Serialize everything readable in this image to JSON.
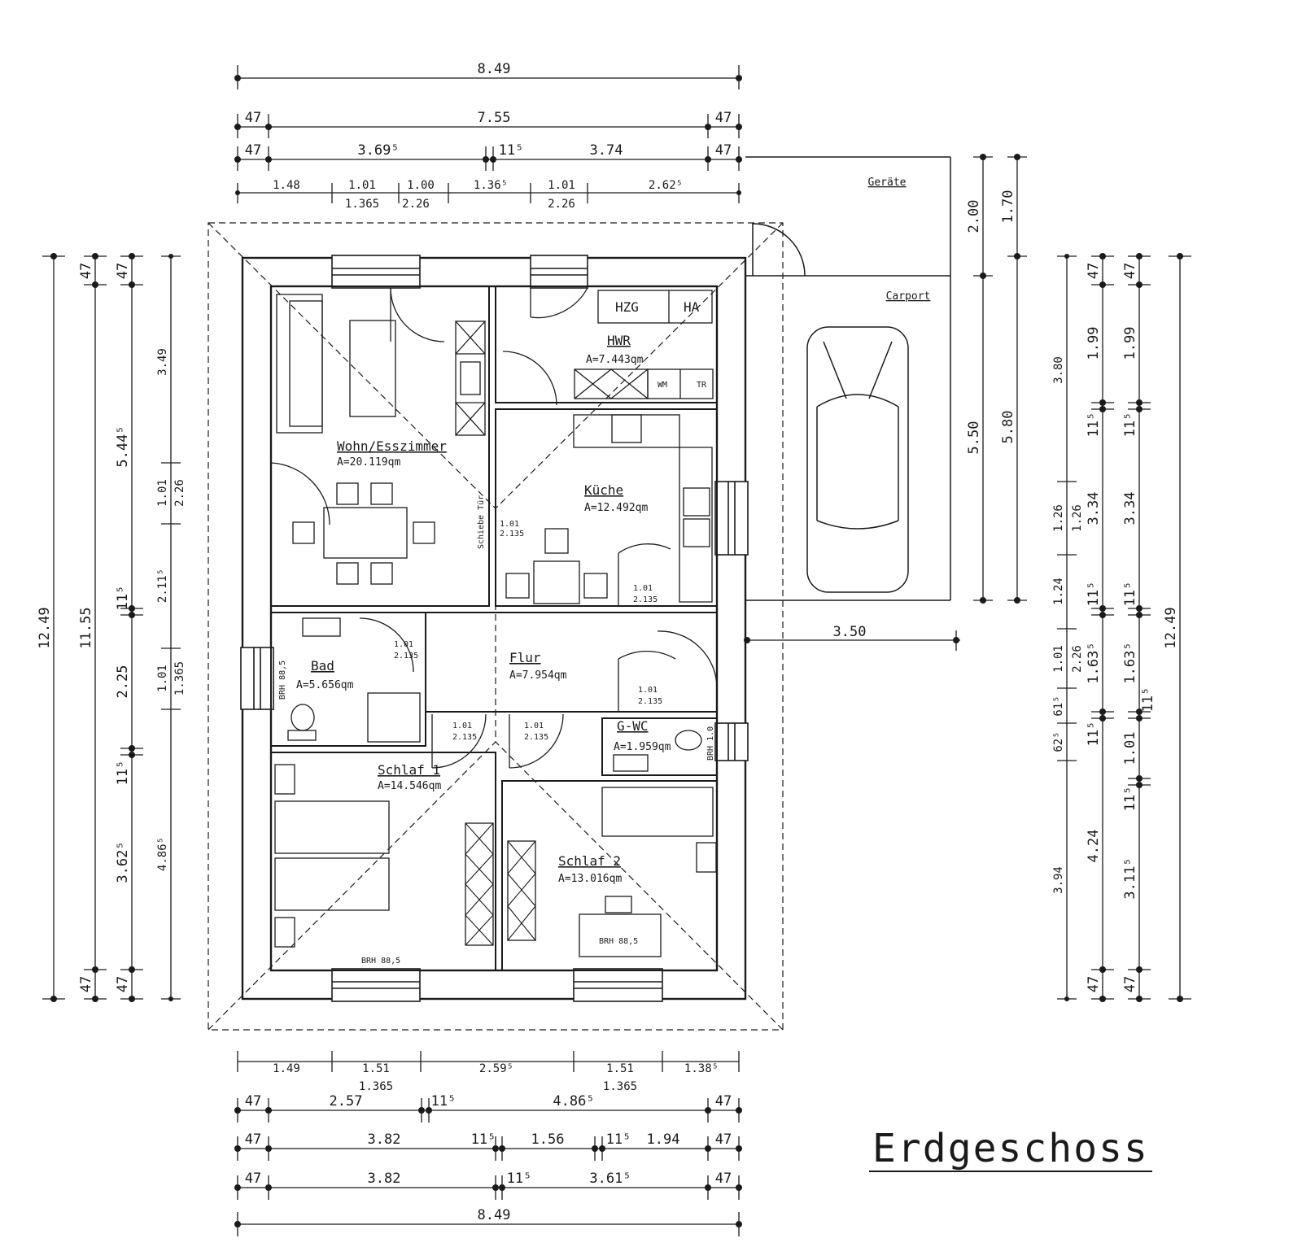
{
  "title": "Erdgeschoss",
  "rooms": [
    {
      "name": "Wohn/Esszimmer",
      "area": "A=20.119qm"
    },
    {
      "name": "HWR",
      "area": "A=7.443qm"
    },
    {
      "name": "Küche",
      "area": "A=12.492qm"
    },
    {
      "name": "Bad",
      "area": "A=5.656qm"
    },
    {
      "name": "Flur",
      "area": "A=7.954qm"
    },
    {
      "name": "G-WC",
      "area": "A=1.959qm"
    },
    {
      "name": "Schlaf 1",
      "area": "A=14.546qm"
    },
    {
      "name": "Schlaf 2",
      "area": "A=13.016qm"
    }
  ],
  "fixtures": {
    "hzg": "HZG",
    "ha": "HA",
    "wm": "WM",
    "tr": "TR",
    "schiebetuer": "Schiebe Tür",
    "brh": "BRH 88,5",
    "brh_wc": "BRH 1.0"
  },
  "carport": {
    "geraete": "Geräte",
    "carport": "Carport",
    "width": "3.50"
  },
  "doors": {
    "w": "1.01",
    "h": "2.135"
  },
  "dims_top": {
    "row1": "8.49",
    "row2": [
      "47",
      "7.55",
      "47"
    ],
    "row3": [
      "47",
      "3.69⁵",
      "11⁵",
      "3.74",
      "47"
    ],
    "row4": [
      "1.48",
      "1.01",
      "1.00",
      "1.36⁵",
      "1.01",
      "2.62⁵"
    ],
    "row4b": [
      "1.365",
      "2.26",
      "2.26"
    ]
  },
  "dims_bottom": {
    "row1": [
      "1.49",
      "1.51",
      "2.59⁵",
      "1.51",
      "1.38⁵"
    ],
    "row1b": [
      "1.365",
      "1.365"
    ],
    "row2": [
      "47",
      "2.57",
      "11⁵",
      "4.86⁵",
      "47"
    ],
    "row3": [
      "47",
      "3.82",
      "11⁵",
      "1.56",
      "11⁵",
      "1.94",
      "47"
    ],
    "row4": [
      "47",
      "3.82",
      "11⁵",
      "3.61⁵",
      "47"
    ],
    "row5": "8.49"
  },
  "dims_left": {
    "total": "12.49",
    "inner": "11.55",
    "wall_top": "47",
    "wall_bottom": "47",
    "col2": [
      "5.44⁵",
      "11⁵",
      "2.25",
      "11⁵",
      "3.62⁵"
    ],
    "col3": [
      "3.49",
      "1.01",
      "2.26",
      "2.11⁵",
      "1.01",
      "1.365",
      "4.86⁵"
    ]
  },
  "dims_right": {
    "total": "12.49",
    "wall_top": "47",
    "wall_bottom": "47",
    "colA": [
      "3.80",
      "1.26",
      "1.24",
      "1.01",
      "61⁵",
      "62⁵",
      "3.94"
    ],
    "colB": [
      "1.99",
      "11⁵",
      "3.34",
      "11⁵",
      "1.63⁵",
      "11⁵",
      "4.24"
    ],
    "colB2": [
      "1.26",
      "2.26"
    ],
    "colC": [
      "1.99",
      "11⁵",
      "3.34",
      "11⁵",
      "1.63⁵",
      "11⁵",
      "1.01",
      "11⁵",
      "3.11⁵"
    ]
  },
  "dims_carport": {
    "a": "2.00",
    "b": "5.50",
    "c": "1.70",
    "d": "5.80"
  }
}
